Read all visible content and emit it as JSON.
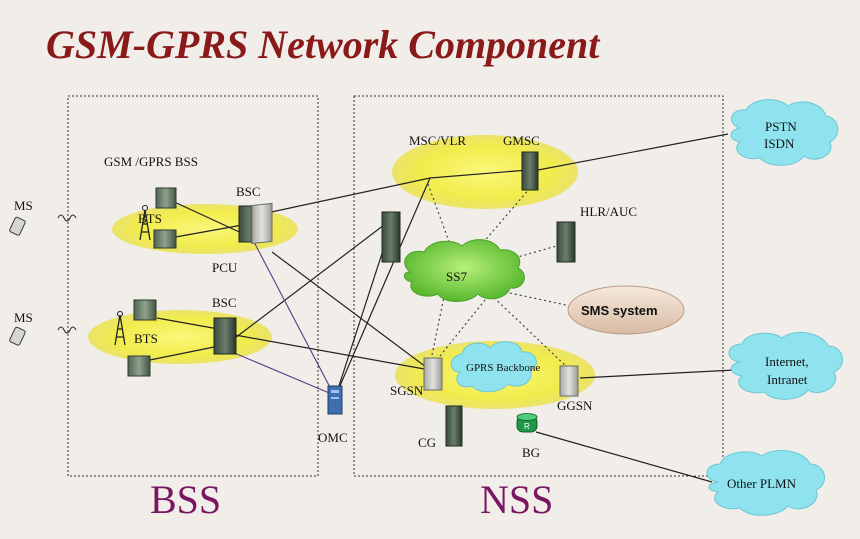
{
  "title": "GSM-GPRS Network Component",
  "labels": {
    "gsm_gprs_bss": "GSM /GPRS BSS",
    "ms_top": "MS",
    "ms_bottom": "MS",
    "bts_top": "BTS",
    "bts_bottom": "BTS",
    "bsc_top": "BSC",
    "bsc_bottom": "BSC",
    "pcu": "PCU",
    "omc": "OMC",
    "msc_vlr": "MSC/VLR",
    "gmsc": "GMSC",
    "hlr_auc": "HLR/AUC",
    "ss7": "SS7",
    "sms_system": "SMS system",
    "gprs_backbone": "GPRS Backbone",
    "sgsn": "SGSN",
    "ggsn": "GGSN",
    "cg": "CG",
    "bg": "BG",
    "bg_icon": "R",
    "pstn": "PSTN",
    "isdn": "ISDN",
    "internet": "Internet,",
    "intranet": "Intranet",
    "other_plmn": "Other PLMN",
    "bss": "BSS",
    "nss": "NSS"
  },
  "colors": {
    "title": "#8a1a1a",
    "section_label": "#7a1660",
    "highlight_ellipse": "#f3ee5a",
    "cloud_cyan": "#8fe3ee",
    "ss7_cloud": "#7fd44a",
    "omc_link": "#5a3a8a"
  }
}
